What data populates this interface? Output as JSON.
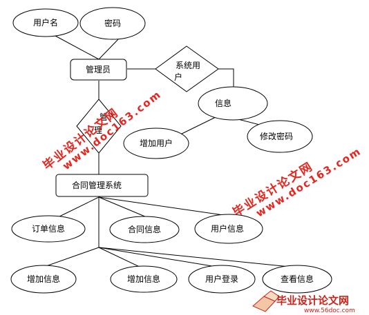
{
  "nodes": {
    "username": "用户名",
    "password": "密码",
    "admin": "管理员",
    "system_user_line1": "系统用",
    "system_user_line2": "户",
    "info": "信息",
    "manage_line1": "管",
    "manage_line2": "理",
    "add_user": "增加用户",
    "change_password": "修改密码",
    "contract_system": "合同管理系统",
    "order_info": "订单信息",
    "contract_info": "合同信息",
    "user_info": "用户信息",
    "add_info_1": "增加信息",
    "add_info_2": "增加信息",
    "user_login": "用户登录",
    "view_info": "查看信息"
  },
  "watermarks": {
    "site_cn": "毕业设计论文网",
    "site_url": "www.doc163.com",
    "logo_cn": "毕业设计论文网",
    "logo_url": "www.56doc.com"
  },
  "colors": {
    "watermark": "#e8241c",
    "line": "#000000"
  }
}
